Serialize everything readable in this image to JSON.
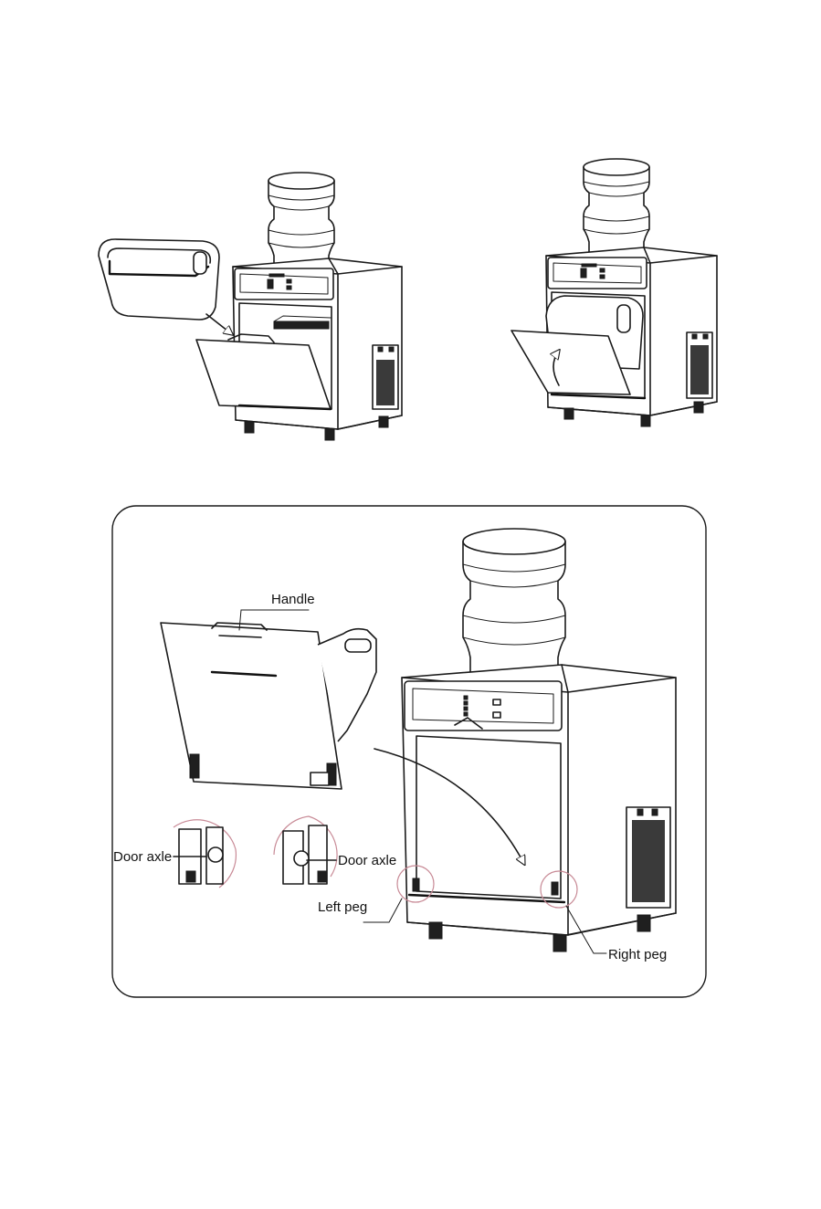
{
  "labels": {
    "handle": "Handle",
    "door_axle_left": "Door axle",
    "door_axle_right": "Door axle",
    "left_peg": "Left peg",
    "right_peg": "Right peg"
  }
}
